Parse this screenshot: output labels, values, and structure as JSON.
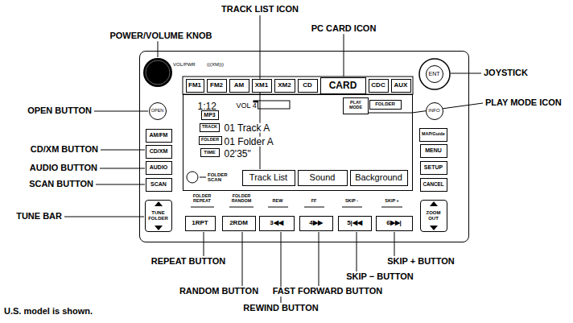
{
  "diagram": {
    "nodes": [
      {
        "text": [
          "VOL/PWR",
          "(((XM)))"
        ]
      },
      {
        "text": [
          "1:12",
          "VOL 4",
          "01 Track A",
          "01 Folder A",
          "02'35\""
        ],
        "in": 0
      },
      {
        "text": [
          "FM1"
        ],
        "in": 0
      },
      {
        "text": [
          "FM2"
        ],
        "in": 0
      },
      {
        "text": [
          "AM"
        ],
        "in": 0
      },
      {
        "text": [
          "XM1"
        ],
        "in": 0
      },
      {
        "text": [
          "XM2"
        ],
        "in": 0
      },
      {
        "text": [
          "CD"
        ],
        "in": 0
      },
      {
        "text": [
          "CARD"
        ],
        "in": 0
      },
      {
        "text": [
          "CDC"
        ],
        "in": 0
      },
      {
        "text": [
          "AUX"
        ],
        "in": 0
      },
      {
        "text": [
          "MP3"
        ],
        "in": 1
      },
      {
        "text": [
          "TRACK"
        ],
        "in": 1
      },
      {
        "text": [
          "FOLDER"
        ],
        "in": 1
      },
      {
        "text": [
          "TIME"
        ],
        "in": 1
      },
      {
        "text": [
          "PLAY MODE"
        ],
        "in": 1
      },
      {
        "text": [
          "FOLDER"
        ],
        "in": 1
      },
      {
        "text": [
          "Track List"
        ],
        "in": 1
      },
      {
        "text": [
          "Sound"
        ],
        "in": 1
      },
      {
        "text": [
          "Background"
        ],
        "in": 1
      },
      {
        "text": [
          "OPEN"
        ],
        "in": 0
      },
      {
        "text": [
          "AM/FM"
        ],
        "in": 0
      },
      {
        "text": [
          "CD/XM"
        ],
        "in": 0
      },
      {
        "text": [
          "AUDIO"
        ],
        "in": 0
      },
      {
        "text": [
          "SCAN"
        ],
        "in": 0
      },
      {
        "text": [
          "TUNE FOLDER"
        ],
        "in": 0
      },
      {
        "text": [
          "1RPT"
        ],
        "in": 0
      },
      {
        "text": [
          "2RDM"
        ],
        "in": 0
      },
      {
        "text": [
          "3◀◀"
        ],
        "in": 0
      },
      {
        "text": [
          "4▶▶"
        ],
        "in": 0
      },
      {
        "text": [
          "5|◀◀"
        ],
        "in": 0
      },
      {
        "text": [
          "6▶▶|"
        ],
        "in": 0
      },
      {
        "text": [
          "ENT"
        ],
        "in": 0
      },
      {
        "text": [
          "INFO"
        ],
        "in": 0
      },
      {
        "text": [
          "MAP/Guide"
        ],
        "in": 0
      },
      {
        "text": [
          "MENU"
        ],
        "in": 0
      },
      {
        "text": [
          "SETUP"
        ],
        "in": 0
      },
      {
        "text": [
          "CANCEL"
        ],
        "in": 0
      },
      {
        "text": [
          "ZOOM OUT"
        ],
        "in": 0
      }
    ],
    "labels": [
      "TRACK LIST ICON",
      "POWER/VOLUME KNOB",
      "PC CARD ICON",
      "JOYSTICK",
      "OPEN BUTTON",
      "PLAY MODE ICON",
      "CD/XM BUTTON",
      "AUDIO BUTTON",
      "SCAN BUTTON",
      "TUNE BAR",
      "FOLDER SCAN",
      "FOLDER REPEAT",
      "FOLDER RANDOM",
      "REW",
      "FF",
      "SKIP -",
      "SKIP +",
      "REPEAT BUTTON",
      "SKIP + BUTTON",
      "SKIP − BUTTON",
      "RANDOM BUTTON",
      "FAST FORWARD BUTTON",
      "REWIND BUTTON",
      "U.S. model is shown."
    ]
  }
}
